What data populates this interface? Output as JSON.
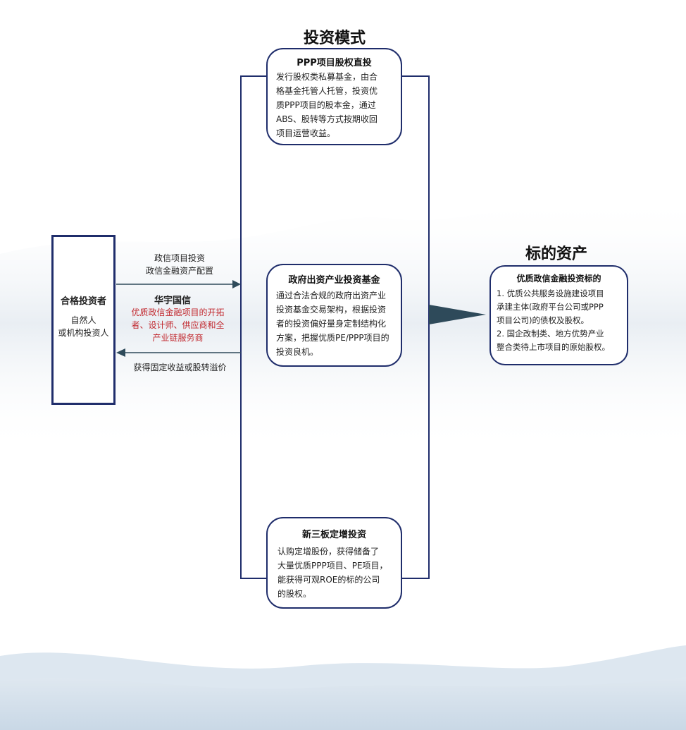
{
  "investment_modes": {
    "heading": "投资模式",
    "modes": [
      {
        "title": "PPP项目股权直投",
        "lines": [
          "发行股权类私募基金，由合",
          "格基金托管人托管，投资优",
          "质PPP项目的股本金，通过",
          "ABS、股转等方式按期收回",
          "项目运营收益。"
        ]
      },
      {
        "title": "政府出资产业投资基金",
        "lines": [
          "通过合法合规的政府出资产业",
          "投资基金交易架构，根据投资",
          "者的投资偏好量身定制结构化",
          "方案，把握优质PE/PPP项目的",
          "投资良机。"
        ]
      },
      {
        "title": "新三板定增投资",
        "lines": [
          "认购定增股份，获得储备了",
          "大量优质PPP项目、PE项目，",
          "能获得可观ROE的标的公司",
          "的股权。"
        ]
      }
    ]
  },
  "target_assets": {
    "heading": "标的资产",
    "box_title": "优质政信金融投资标的",
    "lines": [
      "1. 优质公共服务设施建设项目",
      "承建主体(政府平台公司或PPP",
      "项目公司)的债权及股权。",
      "2. 国企改制类、地方优势产业",
      "整合类待上市项目的原始股权。"
    ]
  },
  "investor": {
    "title": "合格投资者",
    "sub1": "自然人",
    "sub2": "或机构投资人"
  },
  "flow": {
    "top_line1": "政信项目投资",
    "top_line2": "政信金融资产配置",
    "company": "华宇国信",
    "company_desc": [
      "优质政信金融项目的开拓",
      "者、设计师、供应商和全",
      "产业链服务商"
    ],
    "return_label": "获得固定收益或股转溢价"
  },
  "colors": {
    "navy": "#1f2d6b",
    "arrow": "#2e4a5a",
    "red": "#c1272d"
  }
}
